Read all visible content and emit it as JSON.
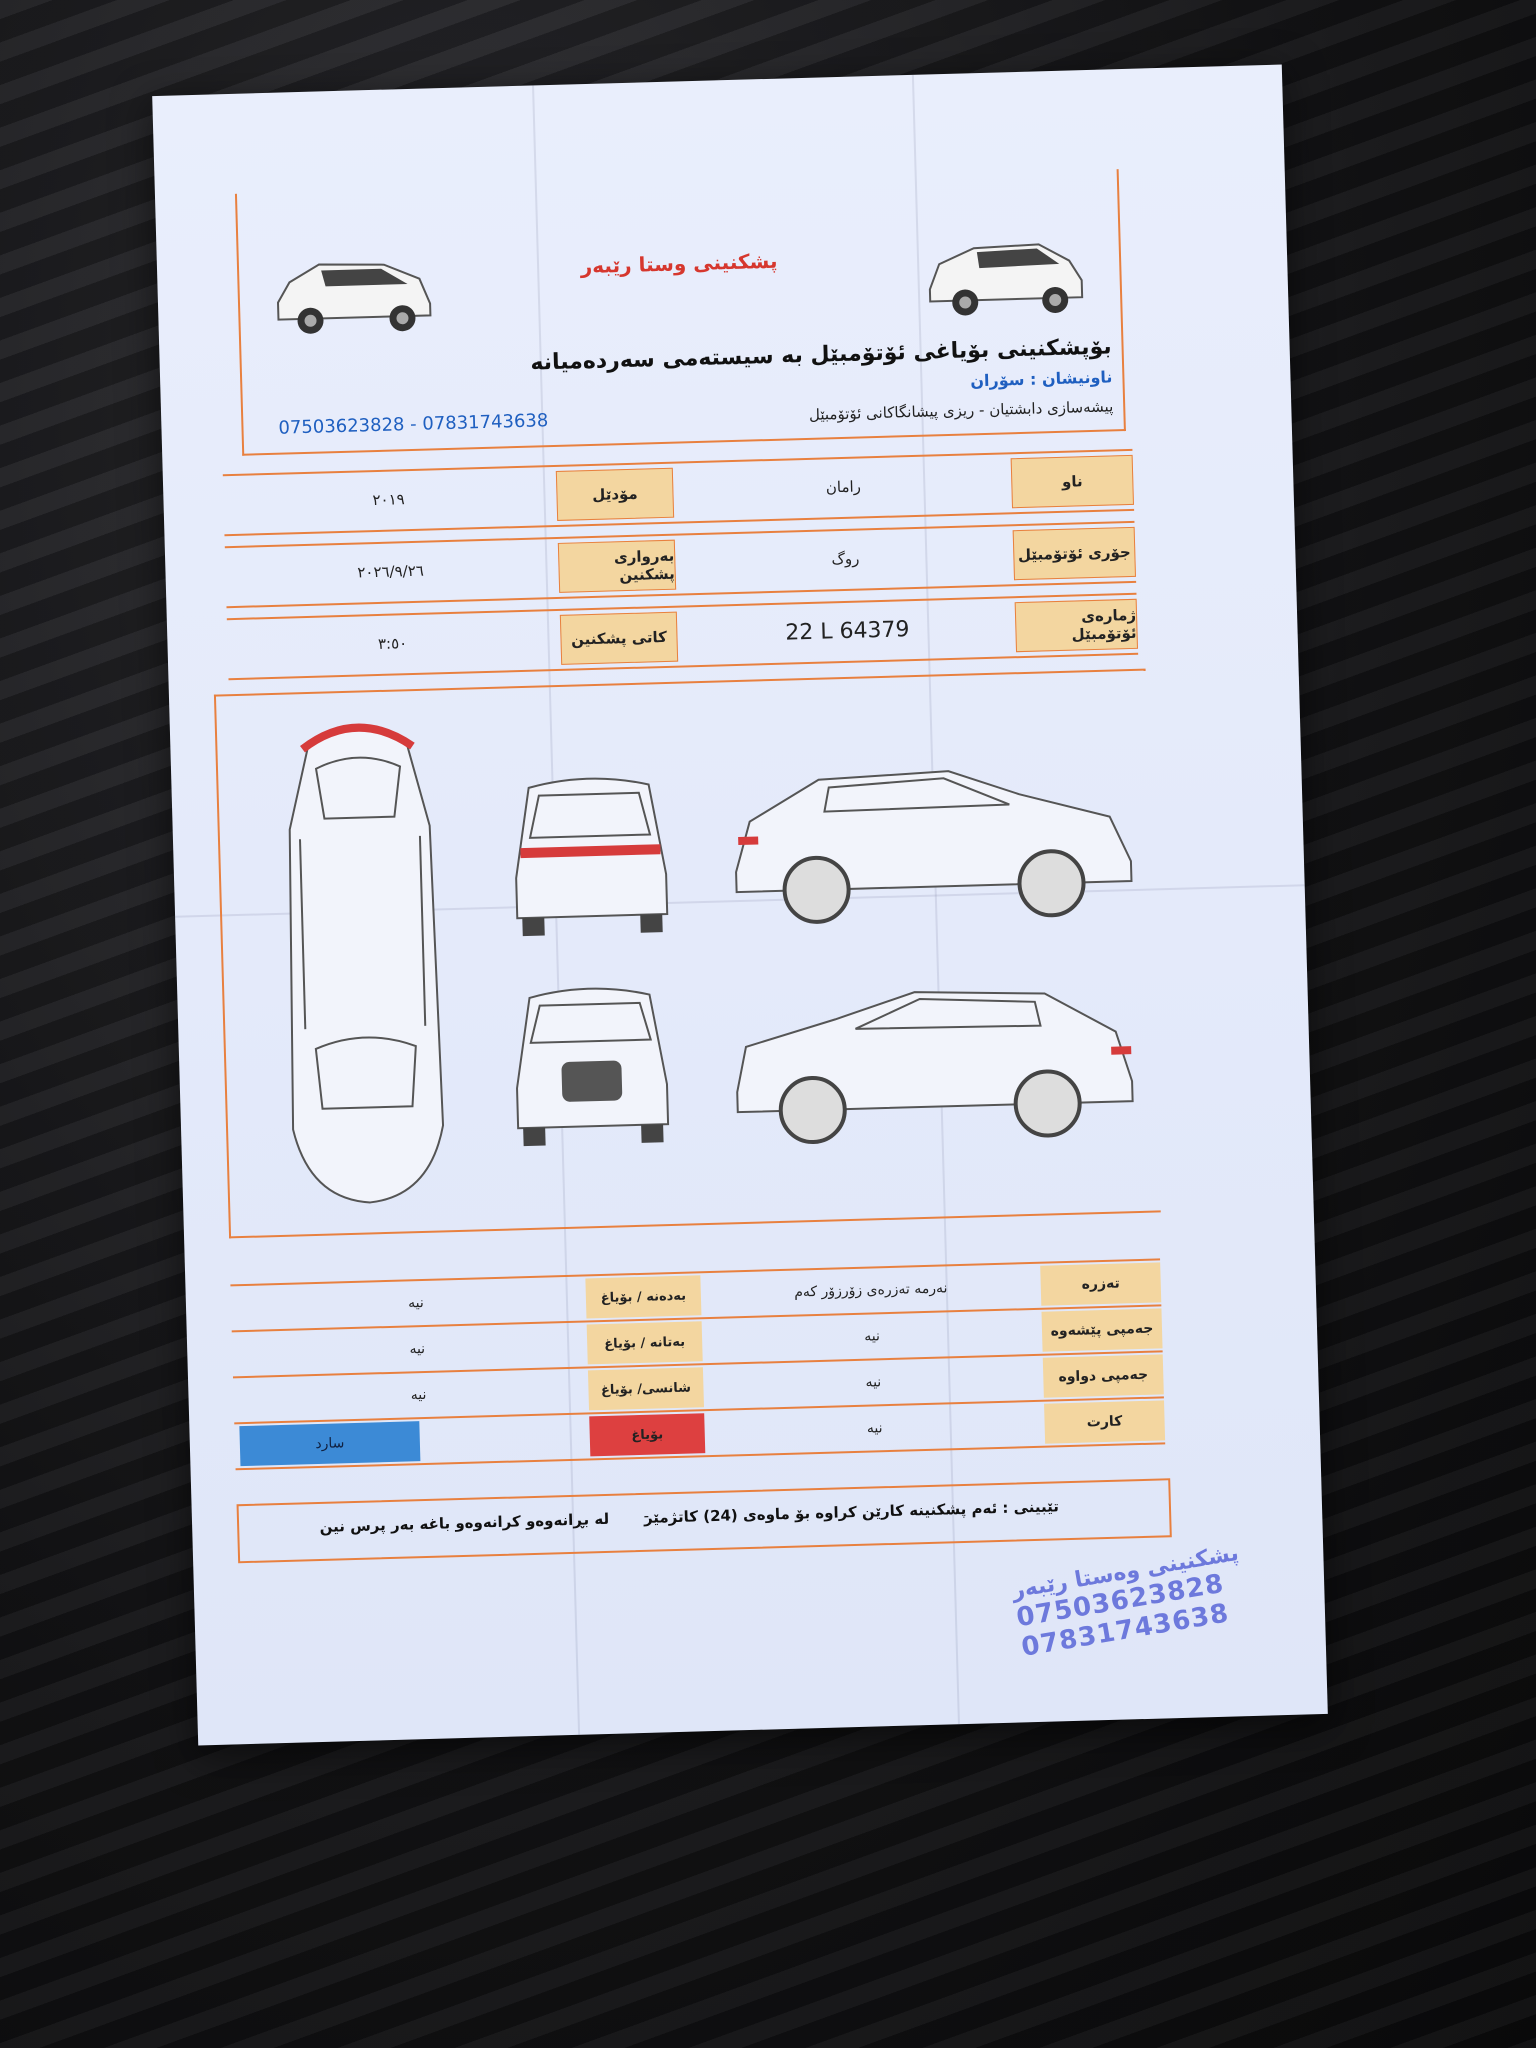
{
  "header": {
    "brand": "پشکنینی وستا رێبەر",
    "title": "بۆپشکنینی بۆیاغی ئۆتۆمبێل بە سیستەمی سەردەمیانە",
    "address": "ناونیشان : سۆران",
    "service": "پیشەسازی دابشتیان - ریزی پیشانگاکانی ئۆتۆمبێل",
    "phones": "07503623828 - 07831743638"
  },
  "info": {
    "name_label": "ناو",
    "name_value": "رامان",
    "model_label": "مۆدێل",
    "model_value": "٢٠١٩",
    "type_label": "جۆری ئۆتۆمبێل",
    "type_value": "روگ",
    "date_label": "بەرواری پشکنین",
    "date_value": "٢٠٢٦/٩/٢٦",
    "plate_label": "ژمارەی ئۆتۆمبێل",
    "plate_value": "22 L 64379",
    "time_label": "کاتی پشکنین",
    "time_value": "٣:٥٠"
  },
  "paint": {
    "rows": [
      {
        "label": "تەزرە",
        "value": "نەرمە تەزرەی زۆرزۆر کەم",
        "part": "بەدەنە / بۆیاغ",
        "part_value": "نیە"
      },
      {
        "label": "جەمپی پێشەوە",
        "value": "نیە",
        "part": "بەتانە / بۆیاغ",
        "part_value": "نیە"
      },
      {
        "label": "جەمپی دواوە",
        "value": "نیە",
        "part": "شانسی/ بۆیاغ",
        "part_value": "نیە"
      },
      {
        "label": "کارت",
        "value": "نیە",
        "part": "بۆیاغ",
        "part_value": "سارد"
      }
    ]
  },
  "note": {
    "main": "تێبینی : ئەم پشکنینە کارێن کراوە بۆ ماوەی (24) کاتژمێر",
    "dash": "-",
    "sub": "لە بڕانەوەو کرانەوەو باغە بەر پرس نین"
  },
  "stamp": {
    "name": "پشکنینی وەستا رێبەر",
    "phone1": "07503623828",
    "phone2": "07831743638"
  },
  "colors": {
    "accent": "#e8803f",
    "label_bg": "#f3d6a0",
    "paint_red": "#dd4040",
    "cold_blue": "#3c8ad6"
  }
}
